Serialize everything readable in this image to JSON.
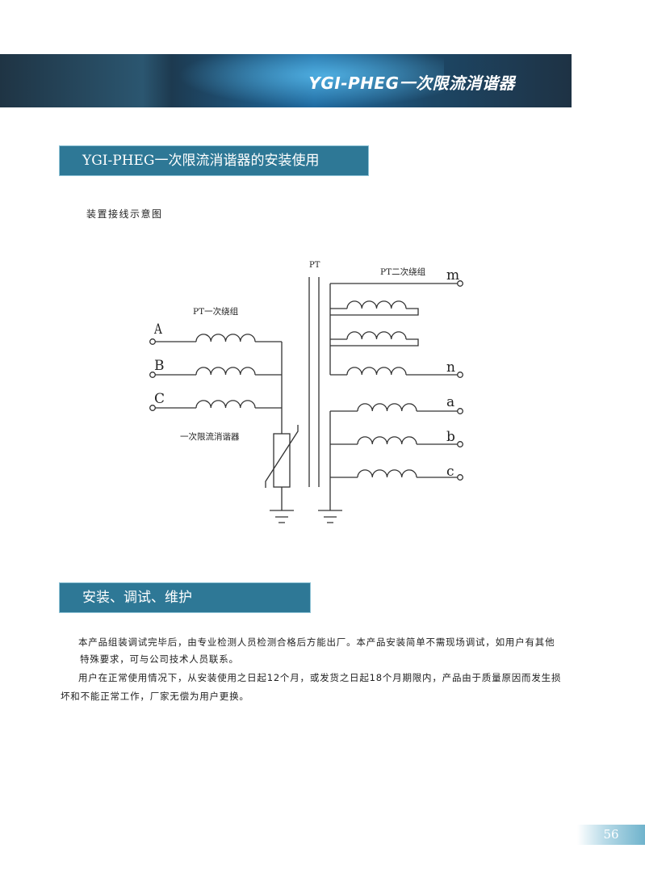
{
  "header": {
    "title": "YGI-PHEG一次限流消谐器"
  },
  "sections": [
    {
      "title": "YGI-PHEG一次限流消谐器的安装使用"
    },
    {
      "title": "安装、调试、维护"
    }
  ],
  "diagram": {
    "caption": "装置接线示意图",
    "labels": {
      "pt": "PT",
      "pt_secondary": "PT二次绕组",
      "pt_primary": "PT一次绕组",
      "suppressor": "一次限流消谐器"
    },
    "primary_terminals": [
      "A",
      "B",
      "C"
    ],
    "secondary_terminals": [
      "m",
      "n",
      "a",
      "b",
      "c"
    ]
  },
  "body": {
    "p1_line1": "本产品组装调试完毕后，由专业检测人员检测合格后方能出厂。本产品安装简单不需现场调试，如用户有其他",
    "p1_line2": "特殊要求，可与公司技术人员联系。",
    "p2_line1": "用户在正常使用情况下，从安装使用之日起12个月，或发货之日起18个月期限内，产品由于质量原因而发生损",
    "p2_line2": "坏和不能正常工作，厂家无偿为用户更换。"
  },
  "footer": {
    "page_number": "56"
  }
}
